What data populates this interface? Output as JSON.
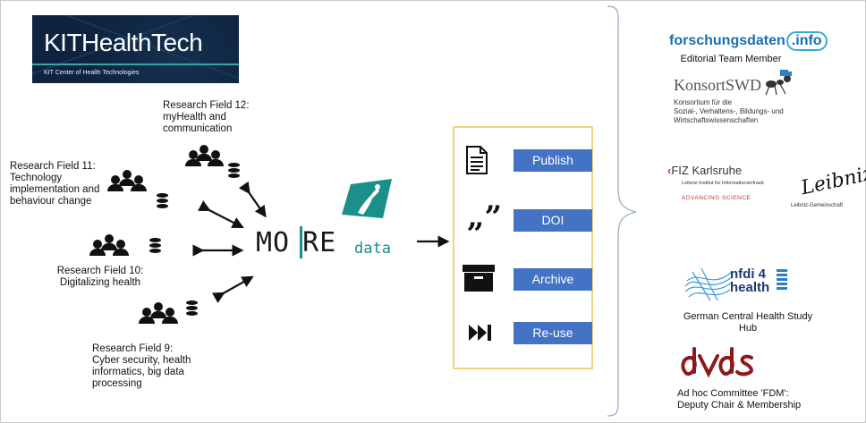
{
  "kit": {
    "title": "KITHealthTech",
    "subtitle": "KIT Center of Health Technologies"
  },
  "fields": [
    {
      "title": "Research Field 12:",
      "lines": [
        "myHealth and",
        "communication"
      ]
    },
    {
      "title": "Research Field 11:",
      "lines": [
        "Technology",
        "implementation and",
        "behaviour change"
      ]
    },
    {
      "title": "Research Field 10:",
      "lines": [
        "Digitalizing health"
      ]
    },
    {
      "title": "Research Field 9:",
      "lines": [
        "Cyber security, health",
        "informatics, big data",
        "processing"
      ]
    }
  ],
  "more": {
    "mo": "MO",
    "re": "RE",
    "data": "data"
  },
  "services": [
    {
      "label": "Publish",
      "icon": "document-icon"
    },
    {
      "label": "DOI",
      "icon": "quote-icon"
    },
    {
      "label": "Archive",
      "icon": "archive-box-icon"
    },
    {
      "label": "Re-use",
      "icon": "skip-forward-icon"
    }
  ],
  "partners": {
    "forschungsdaten": {
      "name_a": "forschungsdaten",
      "name_b": ".info",
      "role": "Editorial Team Member"
    },
    "konsort": {
      "name": "KonsortSWD",
      "lines": [
        "Konsortium für die",
        "Sozial-, Verhaltens-, Bildungs- und",
        "Wirtschaftswissenschaften"
      ]
    },
    "fiz": {
      "name": "FIZ Karlsruhe",
      "sub": "Leibniz-Institut für Informationsinfrastr.",
      "tagline": "ADVANCING SCIENCE"
    },
    "leibniz": {
      "sig": "Leibniz",
      "sub": "Leibniz-Gemeinschaft"
    },
    "nfdi": {
      "name_a": "nfdi 4",
      "name_b": "health",
      "caption": [
        "German Central Health Study",
        "Hub"
      ]
    },
    "dvs": {
      "caption": [
        "Ad hoc Committee 'FDM':",
        "Deputy Chair & Membership"
      ]
    }
  },
  "colors": {
    "accent_blue": "#4472c4",
    "teal": "#1a8c8c",
    "box_border": "#f3d37a",
    "kit_bg": "#0f2340"
  }
}
